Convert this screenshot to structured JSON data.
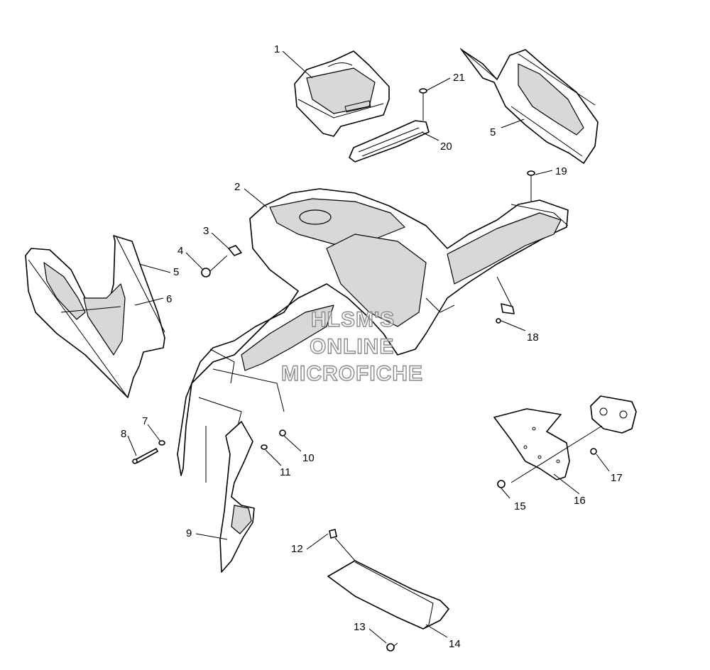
{
  "diagram": {
    "callouts": {
      "c1": "1",
      "c2": "2",
      "c3": "3",
      "c4": "4",
      "c5a": "5",
      "c5b": "5",
      "c6": "6",
      "c7": "7",
      "c8": "8",
      "c9": "9",
      "c10": "10",
      "c11": "11",
      "c12": "12",
      "c13": "13",
      "c14": "14",
      "c15": "15",
      "c16": "16",
      "c17": "17",
      "c18": "18",
      "c19": "19",
      "c20": "20",
      "c21": "21"
    },
    "watermark": {
      "line1": "HLSM'S",
      "line2": "ONLINE",
      "line3": "MICROFICHE"
    },
    "colors": {
      "ink": "#000000",
      "shade": "#d8d8d8",
      "watermark_stroke": "#8a8a8a"
    }
  }
}
